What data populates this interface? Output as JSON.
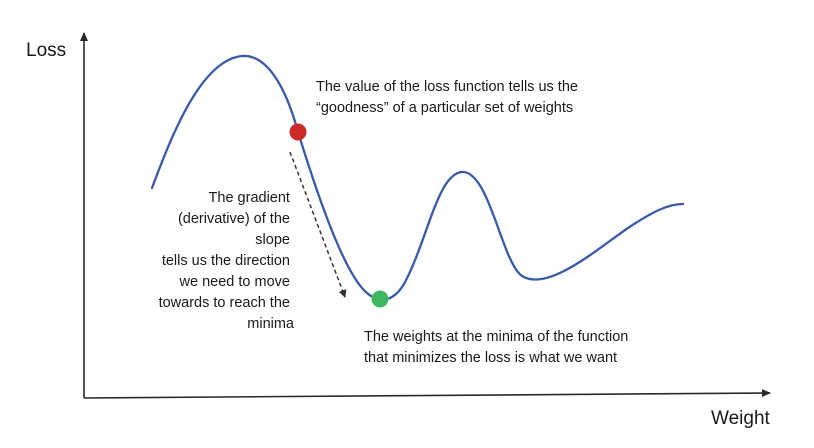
{
  "axes": {
    "y_label": "Loss",
    "x_label": "Weight"
  },
  "annotations": {
    "loss_value": [
      "The value of the loss function tells us the",
      "“goodness” of a particular set of weights"
    ],
    "gradient": [
      "The gradient",
      "(derivative) of the",
      "slope",
      "tells us the direction",
      "we need to move",
      "towards to reach the",
      "minima"
    ],
    "minima": [
      "The weights at the minima of the function",
      "that minimizes the loss is what we want"
    ]
  },
  "colors": {
    "curve": "#3a5aa8",
    "current_point": "#cc2a2a",
    "minimum_point": "#3fb862",
    "axis": "#2a2a2a",
    "gradient_arrow": "#333333"
  }
}
